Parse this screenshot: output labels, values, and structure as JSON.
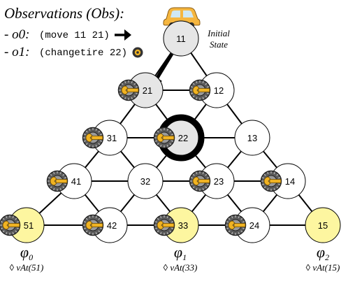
{
  "observations": {
    "heading": "Observations (Obs):",
    "items": [
      {
        "label": "- o0:",
        "action": "(move 11 21)",
        "icon": "right-arrow-icon"
      },
      {
        "label": "- o1:",
        "action": "(changetire 22)",
        "icon": "tire-icon"
      }
    ]
  },
  "initial_state": {
    "line1": "Initial",
    "line2": "State",
    "icon": "car-icon"
  },
  "nodes": [
    {
      "id": "11",
      "fill": "#e6e6e6",
      "spare": false
    },
    {
      "id": "21",
      "fill": "#e6e6e6",
      "spare": true
    },
    {
      "id": "12",
      "fill": "#ffffff",
      "spare": true
    },
    {
      "id": "31",
      "fill": "#ffffff",
      "spare": true
    },
    {
      "id": "22",
      "fill": "#e6e6e6",
      "spare": true,
      "highlight": true
    },
    {
      "id": "13",
      "fill": "#ffffff",
      "spare": false
    },
    {
      "id": "41",
      "fill": "#ffffff",
      "spare": true
    },
    {
      "id": "32",
      "fill": "#ffffff",
      "spare": false
    },
    {
      "id": "23",
      "fill": "#ffffff",
      "spare": true
    },
    {
      "id": "14",
      "fill": "#ffffff",
      "spare": true
    },
    {
      "id": "51",
      "fill": "#fdf6a0",
      "spare": true
    },
    {
      "id": "42",
      "fill": "#ffffff",
      "spare": true
    },
    {
      "id": "33",
      "fill": "#fdf6a0",
      "spare": true
    },
    {
      "id": "24",
      "fill": "#ffffff",
      "spare": true
    },
    {
      "id": "15",
      "fill": "#fdf6a0",
      "spare": false
    }
  ],
  "edges": [
    [
      "11",
      "21"
    ],
    [
      "11",
      "12"
    ],
    [
      "21",
      "12"
    ],
    [
      "21",
      "31"
    ],
    [
      "21",
      "22"
    ],
    [
      "12",
      "22"
    ],
    [
      "12",
      "13"
    ],
    [
      "31",
      "22"
    ],
    [
      "22",
      "13"
    ],
    [
      "31",
      "41"
    ],
    [
      "31",
      "32"
    ],
    [
      "22",
      "32"
    ],
    [
      "22",
      "23"
    ],
    [
      "13",
      "23"
    ],
    [
      "13",
      "14"
    ],
    [
      "41",
      "32"
    ],
    [
      "32",
      "23"
    ],
    [
      "23",
      "14"
    ],
    [
      "41",
      "51"
    ],
    [
      "41",
      "42"
    ],
    [
      "32",
      "42"
    ],
    [
      "32",
      "33"
    ],
    [
      "23",
      "33"
    ],
    [
      "23",
      "24"
    ],
    [
      "14",
      "24"
    ],
    [
      "14",
      "15"
    ],
    [
      "51",
      "42"
    ],
    [
      "42",
      "33"
    ],
    [
      "33",
      "24"
    ],
    [
      "24",
      "15"
    ]
  ],
  "goals": [
    {
      "symbol": "φ",
      "subscript": "0",
      "formula": "◊ vAt(51)"
    },
    {
      "symbol": "φ",
      "subscript": "1",
      "formula": "◊ vAt(33)"
    },
    {
      "symbol": "φ",
      "subscript": "2",
      "formula": "◊ vAt(15)"
    }
  ],
  "colors": {
    "spare_tire": "#5a5a5a",
    "wrench": "#f0b323",
    "goal_node": "#fdf6a0",
    "visited_node": "#e6e6e6",
    "car": "#f5b63f"
  }
}
